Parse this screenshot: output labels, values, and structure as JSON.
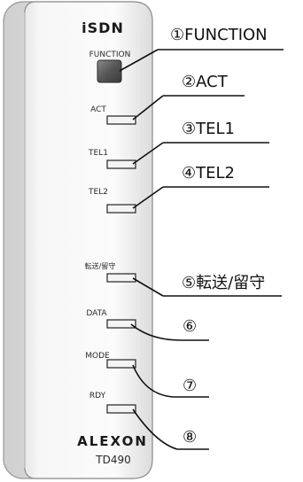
{
  "device": {
    "brand_top": "iSDN",
    "brand_bottom": "ALEXON",
    "model": "TD490"
  },
  "indicators": [
    {
      "label": "FUNCTION",
      "callout": "①FUNCTION",
      "type": "button"
    },
    {
      "label": "ACT",
      "callout": "②ACT",
      "type": "led"
    },
    {
      "label": "TEL1",
      "callout": "③TEL1",
      "type": "led"
    },
    {
      "label": "TEL2",
      "callout": "④TEL2",
      "type": "led"
    },
    {
      "label": "転送/留守",
      "callout": "⑤転送/留守",
      "type": "led"
    },
    {
      "label": "DATA",
      "callout": "⑥",
      "type": "led"
    },
    {
      "label": "MODE",
      "callout": "⑦",
      "type": "led"
    },
    {
      "label": "RDY",
      "callout": "⑧",
      "type": "led"
    }
  ]
}
